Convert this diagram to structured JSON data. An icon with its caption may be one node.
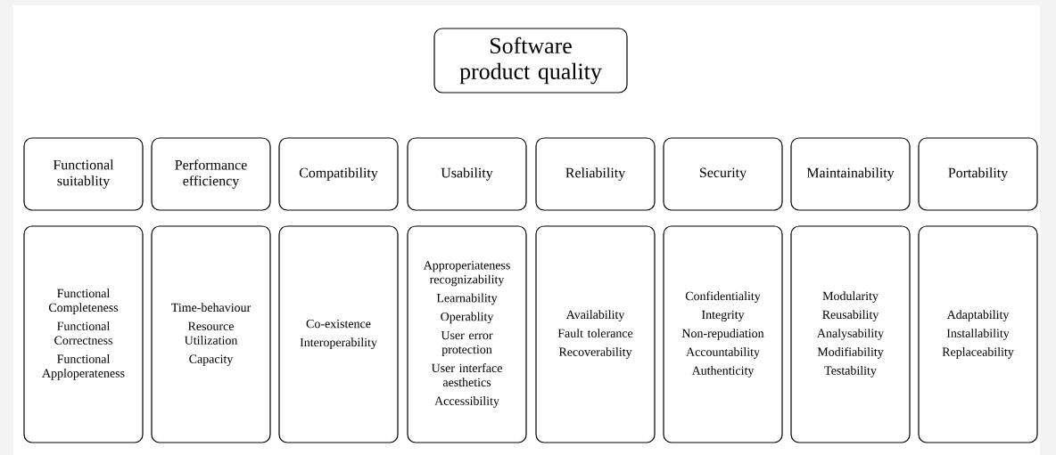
{
  "diagram": {
    "nodes": [
      {
        "text": [
          "Software product quality"
        ]
      },
      {
        "text": [
          "Functional suitablity"
        ]
      },
      {
        "text": [
          "Performance efficiency"
        ]
      },
      {
        "text": [
          "Compatibility"
        ]
      },
      {
        "text": [
          "Usability"
        ]
      },
      {
        "text": [
          "Reliability"
        ]
      },
      {
        "text": [
          "Security"
        ]
      },
      {
        "text": [
          "Maintainability"
        ]
      },
      {
        "text": [
          "Portability"
        ]
      },
      {
        "text": [
          "Functional Completeness",
          "Functional Correctness",
          "Functional Apploperateness"
        ]
      },
      {
        "text": [
          "Time-behaviour",
          "Resource Utilization",
          "Capacity"
        ]
      },
      {
        "text": [
          "Co-existence",
          "Interoperability"
        ]
      },
      {
        "text": [
          "Approperiateness recognizability",
          "Learnability",
          "Operablity",
          "User error protection",
          "User interface aesthetics",
          "Accessibility"
        ]
      },
      {
        "text": [
          "Availability",
          "Fault tolerance",
          "Recoverability"
        ]
      },
      {
        "text": [
          "Confidentiality",
          "Integrity",
          "Non-repudiation",
          "Accountability",
          "Authenticity"
        ]
      },
      {
        "text": [
          "Modularity",
          "Reusability",
          "Analysability",
          "Modifiability",
          "Testability"
        ]
      },
      {
        "text": [
          "Adaptability",
          "Installability",
          "Replaceability"
        ]
      }
    ]
  }
}
